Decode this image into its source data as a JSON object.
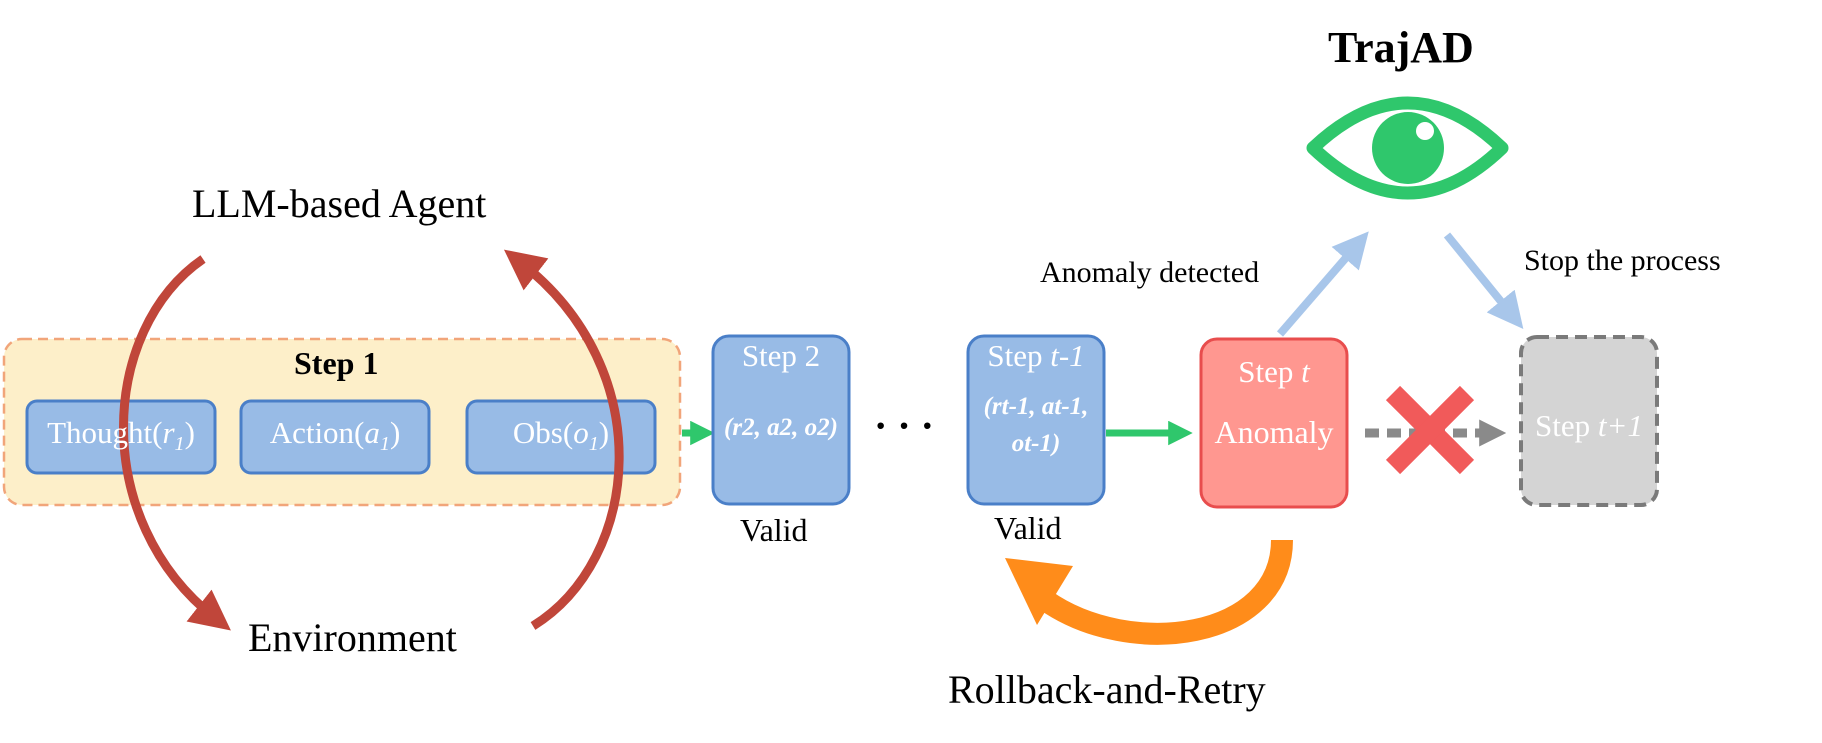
{
  "title": "TrajAD",
  "agent_label": "LLM-based Agent",
  "environment_label": "Environment",
  "step1": {
    "title": "Step 1",
    "thought": "Thought(",
    "thought_var": "r",
    "thought_sub": "1",
    "action": "Action(",
    "action_var": "a",
    "action_sub": "1",
    "obs": "Obs(",
    "obs_var": "o",
    "obs_sub": "1",
    "close": ")"
  },
  "step2": {
    "title": "Step 2",
    "tuple": "(r2, a2, o2)",
    "status": "Valid"
  },
  "ellipsis": "· · ·",
  "step_t_minus_1": {
    "title": "Step ",
    "title_var": "t-1",
    "line1": "(rt-1, at-1,",
    "line2": "ot-1)",
    "status": "Valid"
  },
  "step_t": {
    "title": "Step ",
    "title_var": "t",
    "status": "Anomaly"
  },
  "step_t_plus_1": {
    "title": "Step ",
    "title_var": "t+1"
  },
  "annotations": {
    "anomaly_detected": "Anomaly detected",
    "stop_process": "Stop the process",
    "rollback": "Rollback-and-Retry"
  },
  "colors": {
    "box_blue": "#98bbe6",
    "box_blue_border": "#4a7fc8",
    "step1_bg": "#fdefc9",
    "step1_border": "#f1a57a",
    "anomaly_fill": "#ff9790",
    "anomaly_border": "#e84d4d",
    "gray_box": "#d4d4d4",
    "gray_border": "#7a7a7a",
    "red_arrow": "#c0463a",
    "green": "#2fc76c",
    "orange": "#ff8c1a",
    "light_blue_arrow": "#a8c6ea",
    "red_x": "#f15a5a"
  },
  "icons": {
    "eye": "eye-icon",
    "cross": "cross-icon"
  }
}
